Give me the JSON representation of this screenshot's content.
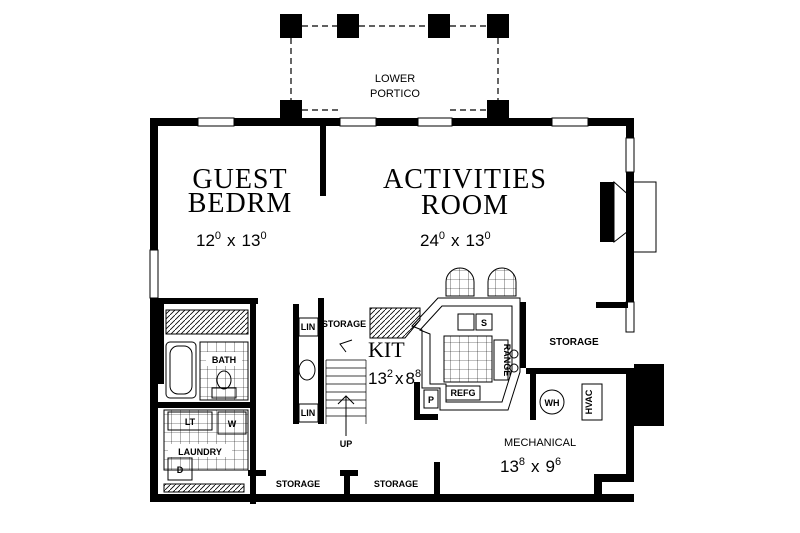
{
  "rooms": {
    "lower_portico": {
      "line1": "LOWER",
      "line2": "PORTICO"
    },
    "guest_bedroom": {
      "line1": "GUEST",
      "line2": "BEDRM",
      "dim_a": "12",
      "dim_a_sup": "0",
      "dim_x": "x",
      "dim_b": "13",
      "dim_b_sup": "0"
    },
    "activities_room": {
      "line1": "ACTIVITIES",
      "line2": "ROOM",
      "dim_a": "24",
      "dim_a_sup": "0",
      "dim_x": "x",
      "dim_b": "13",
      "dim_b_sup": "0"
    },
    "kitchen": {
      "name": "KIT",
      "dim_a": "13",
      "dim_a_sup": "2",
      "dim_x": "x",
      "dim_b": "8",
      "dim_b_sup": "8"
    },
    "mechanical": {
      "name": "MECHANICAL",
      "dim_a": "13",
      "dim_a_sup": "8",
      "dim_x": "x",
      "dim_b": "9",
      "dim_b_sup": "6"
    },
    "bath": "BATH",
    "laundry": "LAUNDRY",
    "storage_right": "STORAGE",
    "storage_stair": "STORAGE",
    "storage_bottom_left": "STORAGE",
    "storage_bottom_mid": "STORAGE"
  },
  "fixtures": {
    "lin_top": "LIN",
    "lin_bottom": "LIN",
    "sink": "S",
    "range": "RANGE",
    "refrigerator": "REFG",
    "pantry": "P",
    "water_heater": "WH",
    "hvac": "HVAC",
    "laundry_tub": "LT",
    "washer": "W",
    "dryer": "D",
    "stair_up": "UP"
  }
}
